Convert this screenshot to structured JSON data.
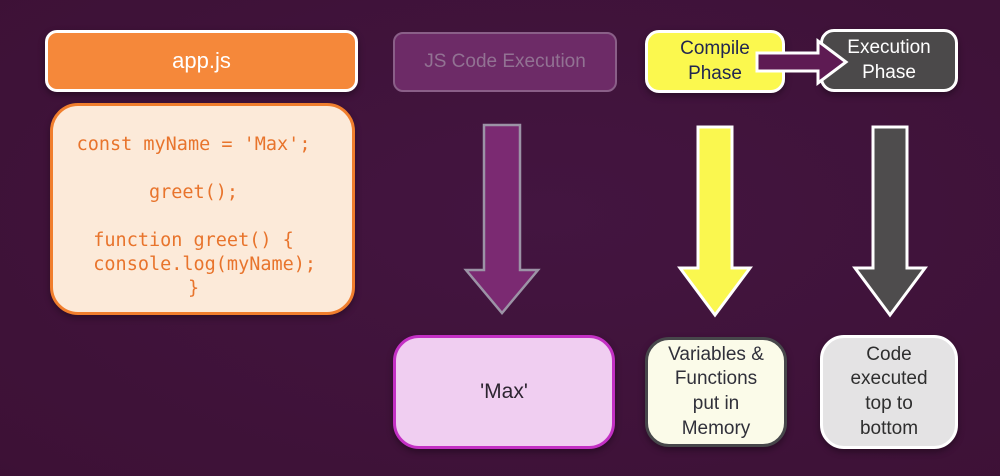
{
  "colors": {
    "background": "#3d1136",
    "appjs_fill": "#f5883a",
    "code_box_fill": "#fcead9",
    "code_box_border": "#f07e2d",
    "code_text": "#e8742c",
    "js_execution_fill": "#6d2b67",
    "js_execution_text": "#927293",
    "purple_arrow": "#7b2a72",
    "purple_arrow_outline": "#9c93a6",
    "result_fill": "#f0cef1",
    "result_border": "#c330c4",
    "compile_fill": "#fbf84e",
    "compile_text": "#212650",
    "phase_arrow": "#5e1b53",
    "execution_fill": "#4b494a",
    "yellow_arrow": "#faf74f",
    "gray_arrow": "#4e4c4d",
    "memory_fill": "#fbfbe9",
    "code_executed_fill": "#e4e3e4",
    "white_outline": "#ffffff"
  },
  "boxes": {
    "appjs": {
      "label": "app.js"
    },
    "code": {
      "text": "const myName = 'Max';\n\ngreet();\n\nfunction greet() {\n  console.log(myName);\n}"
    },
    "js_execution": {
      "label": "JS Code Execution"
    },
    "result": {
      "label": "'Max'"
    },
    "compile": {
      "label": "Compile Phase"
    },
    "execution": {
      "label": "Execution Phase"
    },
    "memory": {
      "label": "Variables & Functions put in Memory"
    },
    "code_executed": {
      "label": "Code executed top to bottom"
    }
  },
  "arrows": {
    "js_execution_to_result": "purple-down-arrow",
    "compile_to_execution": "purple-right-arrow",
    "compile_to_memory": "yellow-down-arrow",
    "execution_to_code_executed": "gray-down-arrow"
  }
}
